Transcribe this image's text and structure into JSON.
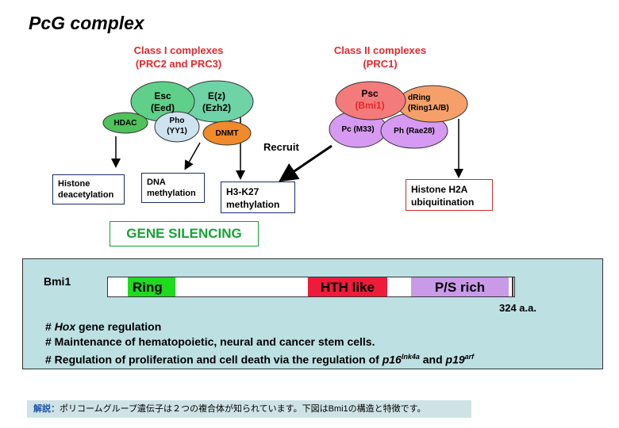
{
  "title": "PcG complex",
  "class1": {
    "line1": "Class I complexes",
    "line2": "(PRC2 and PRC3)"
  },
  "class2": {
    "line1": "Class II complexes",
    "line2": "(PRC1)"
  },
  "proteins": {
    "esc": "Esc",
    "eed": "(Eed)",
    "ez": "E(z)",
    "ezh2": "(Ezh2)",
    "hdac": "HDAC",
    "pho": "Pho",
    "yy1": "(YY1)",
    "dnmt": "DNMT",
    "psc": "Psc",
    "bmi1": "(Bmi1)",
    "dring": "dRing",
    "ring1": "(Ring1A/B)",
    "pc": "Pc (M33)",
    "ph": "Ph (Rae28)"
  },
  "recruit": "Recruit",
  "outcomes": {
    "histone_deac": [
      "Histone",
      "deacetylation"
    ],
    "dna_meth": [
      "DNA",
      "methylation"
    ],
    "h3k27": [
      "H3-K27",
      "methylation"
    ],
    "h2a_ub": [
      "Histone H2A",
      "ubiquitination"
    ]
  },
  "gene_silencing": "GENE SILENCING",
  "bmi1_panel": {
    "name": "Bmi1",
    "ring": "Ring",
    "hth": "HTH like",
    "ps": "P/S rich",
    "length": "324 a.a.",
    "bullet_hox_pre": "# ",
    "bullet_hox_italic": "Hox",
    "bullet_hox_post": " gene regulation",
    "bullet2": "# Maintenance of hematopoietic, neural and cancer stem cells.",
    "bullet3_pre": "# Regulation of proliferation and cell death via the regulation of ",
    "p16": "p16",
    "p16_sup": "Ink4a",
    "and": " and ",
    "p19": "p19",
    "p19_sup": "arf"
  },
  "note": {
    "lead": "解説：",
    "text": "ポリコームグループ遺伝子は２つの複合体が知られています。下図はBmi1の構造と特徴です。"
  },
  "colors": {
    "class_heading": "#e8262c",
    "esc": "#5fd08a",
    "ez": "#6ed3a6",
    "hdac": "#4fc25c",
    "pho": "#cfe2f0",
    "dnmt": "#f08a2a",
    "psc": "#f47b7b",
    "dring": "#f5a06a",
    "pc": "#d79af2",
    "ph": "#d79af2",
    "ring_domain": "#1edb1e",
    "hth_domain": "#ee1b3a",
    "ps_domain": "#c99ae8",
    "gene_silencing": "#16a234",
    "panel_bg": "#bde0e3"
  }
}
